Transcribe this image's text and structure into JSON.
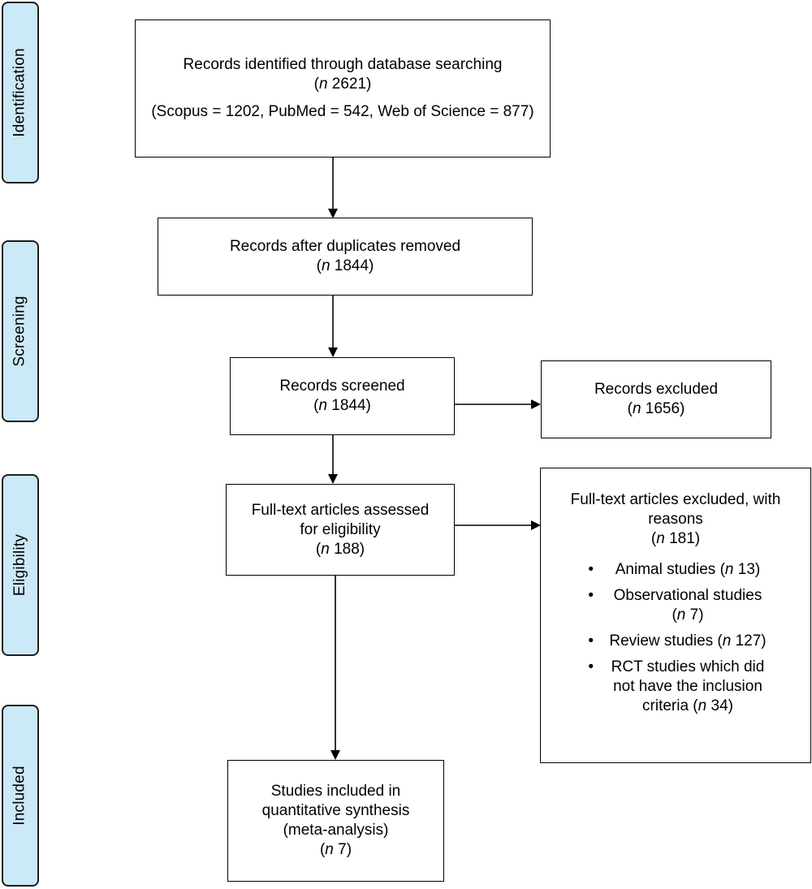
{
  "stages": {
    "identification": "Identification",
    "screening": "Screening",
    "eligibility": "Eligibility",
    "included": "Included"
  },
  "boxes": {
    "identified": {
      "line1": "Records identified through database searching",
      "n_prefix": "n",
      "n_value": " 2621)",
      "open_paren": "(",
      "sources": "(Scopus = 1202, PubMed = 542, Web of Science = 877)"
    },
    "deduplicated": {
      "line1": "Records after duplicates removed",
      "open_paren": "(",
      "n_prefix": "n",
      "n_value": " 1844)"
    },
    "screened": {
      "line1": "Records screened",
      "open_paren": "(",
      "n_prefix": "n",
      "n_value": " 1844)"
    },
    "excluded": {
      "line1": "Records excluded",
      "open_paren": "(",
      "n_prefix": "n",
      "n_value": " 1656)"
    },
    "fulltext": {
      "line1": "Full-text articles assessed",
      "line2": "for eligibility",
      "open_paren": "(",
      "n_prefix": "n",
      "n_value": " 188)"
    },
    "fulltext_excluded": {
      "line1": "Full-text articles excluded, with",
      "line2": "reasons",
      "open_paren": "(",
      "n_prefix": "n",
      "n_value": " 181)",
      "reasons": [
        {
          "text": "Animal studies (",
          "n": "n",
          "tail": " 13)"
        },
        {
          "text": "Observational studies",
          "text2": "(",
          "n": "n",
          "tail": " 7)"
        },
        {
          "text": "Review studies (",
          "n": "n",
          "tail": " 127)"
        },
        {
          "text": "RCT studies which did",
          "text2": "not have the inclusion",
          "text3": "criteria (",
          "n": "n",
          "tail": " 34)"
        }
      ]
    },
    "included": {
      "line1": "Studies included in",
      "line2": "quantitative synthesis",
      "line3": "(meta-analysis)",
      "open_paren": "(",
      "n_prefix": "n",
      "n_value": " 7)"
    }
  },
  "colors": {
    "stage_fill": "#cce9f7",
    "stroke": "#000000"
  }
}
